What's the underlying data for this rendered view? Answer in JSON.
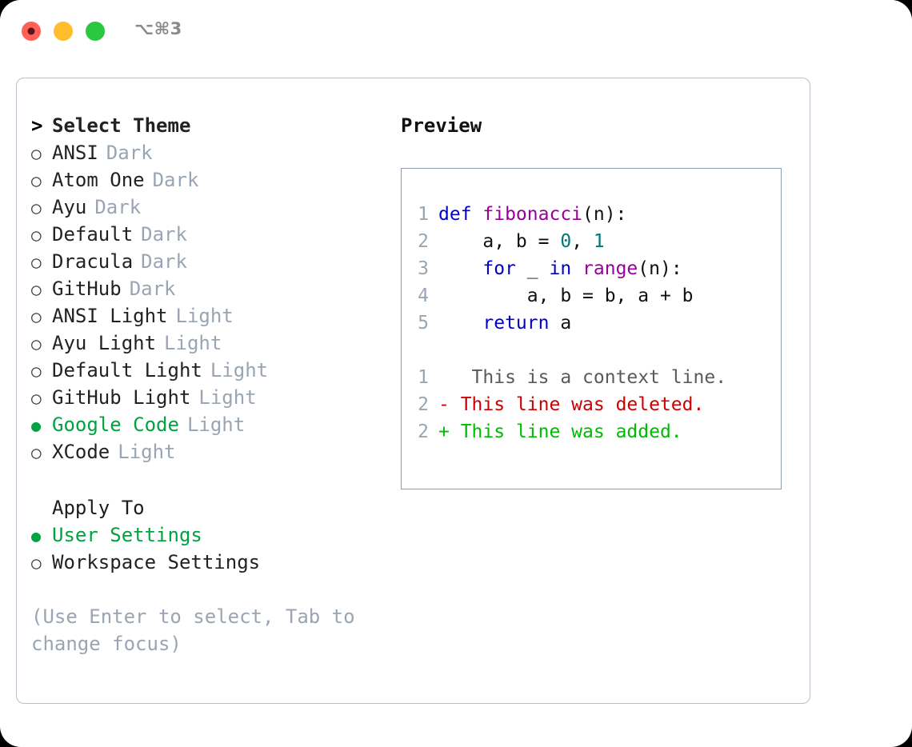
{
  "window": {
    "shortcut": "⌥⌘3",
    "traffic_lights": [
      {
        "name": "close",
        "color": "#ff6058"
      },
      {
        "name": "minimize",
        "color": "#ffbd2e"
      },
      {
        "name": "maximize",
        "color": "#28c840"
      }
    ]
  },
  "accent_color": "#00a33f",
  "left": {
    "title": "Select Theme",
    "title_prefix": ">",
    "bullet_empty": "○",
    "bullet_filled": "●",
    "themes": [
      {
        "name": "ANSI",
        "kind": "Dark",
        "selected": false
      },
      {
        "name": "Atom One",
        "kind": "Dark",
        "selected": false
      },
      {
        "name": "Ayu",
        "kind": "Dark",
        "selected": false
      },
      {
        "name": "Default",
        "kind": "Dark",
        "selected": false
      },
      {
        "name": "Dracula",
        "kind": "Dark",
        "selected": false
      },
      {
        "name": "GitHub",
        "kind": "Dark",
        "selected": false
      },
      {
        "name": "ANSI Light",
        "kind": "Light",
        "selected": false
      },
      {
        "name": "Ayu Light",
        "kind": "Light",
        "selected": false
      },
      {
        "name": "Default Light",
        "kind": "Light",
        "selected": false
      },
      {
        "name": "GitHub Light",
        "kind": "Light",
        "selected": false
      },
      {
        "name": "Google Code",
        "kind": "Light",
        "selected": true
      },
      {
        "name": "XCode",
        "kind": "Light",
        "selected": false
      }
    ],
    "apply_to": {
      "title": "Apply To",
      "options": [
        {
          "name": "User Settings",
          "selected": true
        },
        {
          "name": "Workspace Settings",
          "selected": false
        }
      ]
    },
    "hint": "(Use Enter to select, Tab to change focus)"
  },
  "right": {
    "title": "Preview",
    "code_lines": [
      {
        "no": "1",
        "tokens": [
          {
            "t": "def ",
            "c": "k"
          },
          {
            "t": "fibonacci",
            "c": "fn"
          },
          {
            "t": "(n):",
            "c": "pl"
          }
        ]
      },
      {
        "no": "2",
        "tokens": [
          {
            "t": "    a, b = ",
            "c": "pl"
          },
          {
            "t": "0",
            "c": "nm"
          },
          {
            "t": ", ",
            "c": "pl"
          },
          {
            "t": "1",
            "c": "nm"
          }
        ]
      },
      {
        "no": "3",
        "tokens": [
          {
            "t": "    ",
            "c": "pl"
          },
          {
            "t": "for",
            "c": "k"
          },
          {
            "t": " _ ",
            "c": "pl"
          },
          {
            "t": "in",
            "c": "k"
          },
          {
            "t": " ",
            "c": "pl"
          },
          {
            "t": "range",
            "c": "fn"
          },
          {
            "t": "(n):",
            "c": "pl"
          }
        ]
      },
      {
        "no": "4",
        "tokens": [
          {
            "t": "        a, b = b, a + b",
            "c": "pl"
          }
        ]
      },
      {
        "no": "5",
        "tokens": [
          {
            "t": "    ",
            "c": "pl"
          },
          {
            "t": "return",
            "c": "k"
          },
          {
            "t": " a",
            "c": "pl"
          }
        ]
      }
    ],
    "diff_lines": [
      {
        "no": "1",
        "marker": " ",
        "text": "  This is a context line.",
        "c": "ctx"
      },
      {
        "no": "2",
        "marker": "-",
        "text": " This line was deleted.",
        "c": "del"
      },
      {
        "no": "2",
        "marker": "+",
        "text": " This line was added.",
        "c": "add"
      }
    ]
  }
}
